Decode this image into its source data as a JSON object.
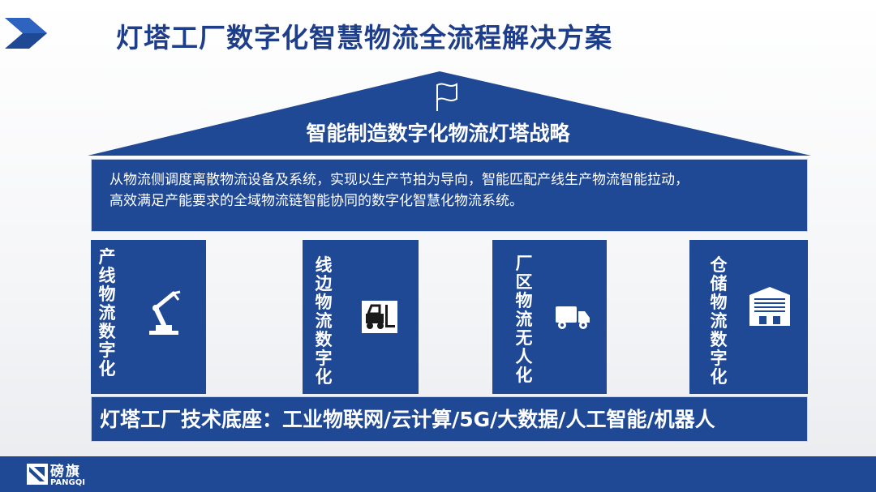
{
  "header": {
    "title": "灯塔工厂数字化智慧物流全流程解决方案"
  },
  "roof": {
    "text": "智能制造数字化物流灯塔战略"
  },
  "banner": {
    "line1": "从物流侧调度离散物流设备及系统，实现以生产节拍为导向，智能匹配产线生产物流智能拉动，",
    "line2": "高效满足产能要求的全域物流链智能协同的数字化智慧化物流系统。"
  },
  "pillars": [
    {
      "label": "产线物流数字化",
      "icon": "robot-arm-icon"
    },
    {
      "label": "线边物流数字化",
      "icon": "forklift-icon"
    },
    {
      "label": "厂区物流无人化",
      "icon": "truck-icon"
    },
    {
      "label": "仓储物流数字化",
      "icon": "warehouse-icon"
    }
  ],
  "base": {
    "text": "灯塔工厂技术底座：工业物联网/云计算/5G/大数据/人工智能/机器人"
  },
  "footer": {
    "logo_cn": "磅旗",
    "logo_en": "PANGQI"
  },
  "colors": {
    "primary": "#1f4895",
    "title": "#1f3e8a",
    "background": "#ffffff"
  }
}
